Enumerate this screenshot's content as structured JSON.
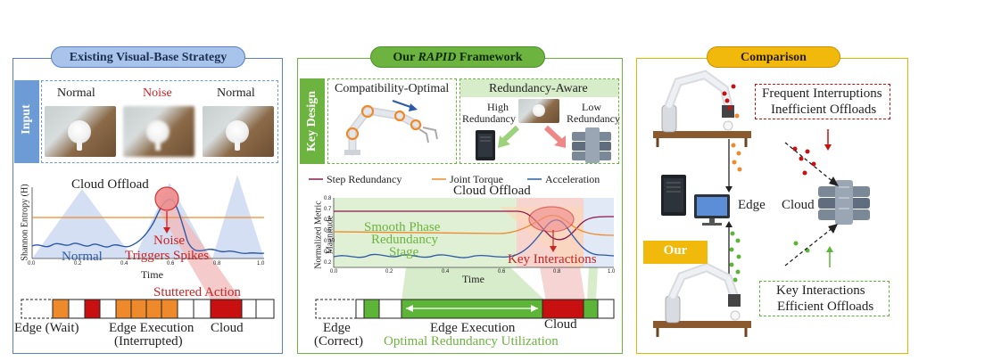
{
  "left": {
    "title": "Existing Visual-Base Strategy",
    "input_label": "Input",
    "frames": [
      "Normal",
      "Noise",
      "Normal"
    ],
    "chart": {
      "ylabel": "Shannon Entropy (H)",
      "xlabel": "Time",
      "xticks": [
        "0.0",
        "0.2",
        "0.4",
        "0.6",
        "0.8",
        "1.0"
      ],
      "cloud_offload": "Cloud Offload",
      "normal_label": "Normal",
      "noise_label1": "Noise",
      "noise_label2": "Triggers Spikes",
      "stuttered": "Stuttered Action"
    },
    "timeline": {
      "edge_wait": "Edge (Wait)",
      "edge_exec1": "Edge Execution",
      "edge_exec2": "(Interrupted)",
      "cloud": "Cloud"
    }
  },
  "middle": {
    "title_prefix": "Our ",
    "title_em": "RAPID",
    "title_suffix": " Framework",
    "key_design": "Key Design",
    "compat": "Compatibility-Optimal",
    "redund": "Redundancy-Aware",
    "high1": "High",
    "high2": "Redundancy",
    "low1": "Low",
    "low2": "Redundancy",
    "legend": [
      "Step Redundancy",
      "Joint Torque",
      "Acceleration"
    ],
    "chart": {
      "ylabel1": "Normalized Metric",
      "ylabel2": "Magnitude",
      "xlabel": "Time",
      "xticks": [
        "0.0",
        "0.2",
        "0.4",
        "0.6",
        "0.8",
        "1.0"
      ],
      "yticks": [
        "0.2",
        "0.3",
        "0.4",
        "0.5",
        "0.6",
        "0.7",
        "0.8"
      ],
      "cloud_offload": "Cloud Offload",
      "smooth1": "Smooth Phase",
      "smooth2": "Redundancy",
      "smooth3": "Stage",
      "key_interactions": "Key Interactions"
    },
    "timeline": {
      "edge1": "Edge",
      "edge2": "(Correct)",
      "edge_exec": "Edge Execution",
      "cloud": "Cloud",
      "optimal": "Optimal Redundancy Utilization"
    }
  },
  "right": {
    "title": "Comparison",
    "frequent1": "Frequent Interruptions",
    "frequent2": "Inefficient Offloads",
    "edge": "Edge",
    "cloud": "Cloud",
    "our": "Our",
    "key1": "Key Interactions",
    "key2": "Efficient Offloads"
  },
  "colors": {
    "blue_panel": "#5b7fc0",
    "green_panel": "#6db33f",
    "yellow_panel": "#e8b400",
    "orange_seg": "#ee8a2c",
    "red_seg": "#c81010",
    "green_seg": "#5db537",
    "noise_red": "#cc2222"
  }
}
